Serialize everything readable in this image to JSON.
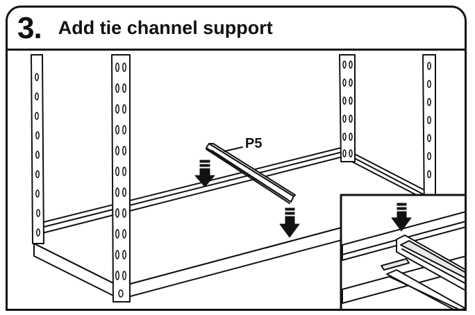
{
  "step": {
    "number": "3.",
    "title": "Add tie channel support"
  },
  "illustration": {
    "part_label": "P5",
    "colors": {
      "line": "#111111",
      "fill": "#ffffff",
      "shade": "#e8e8e8"
    }
  }
}
